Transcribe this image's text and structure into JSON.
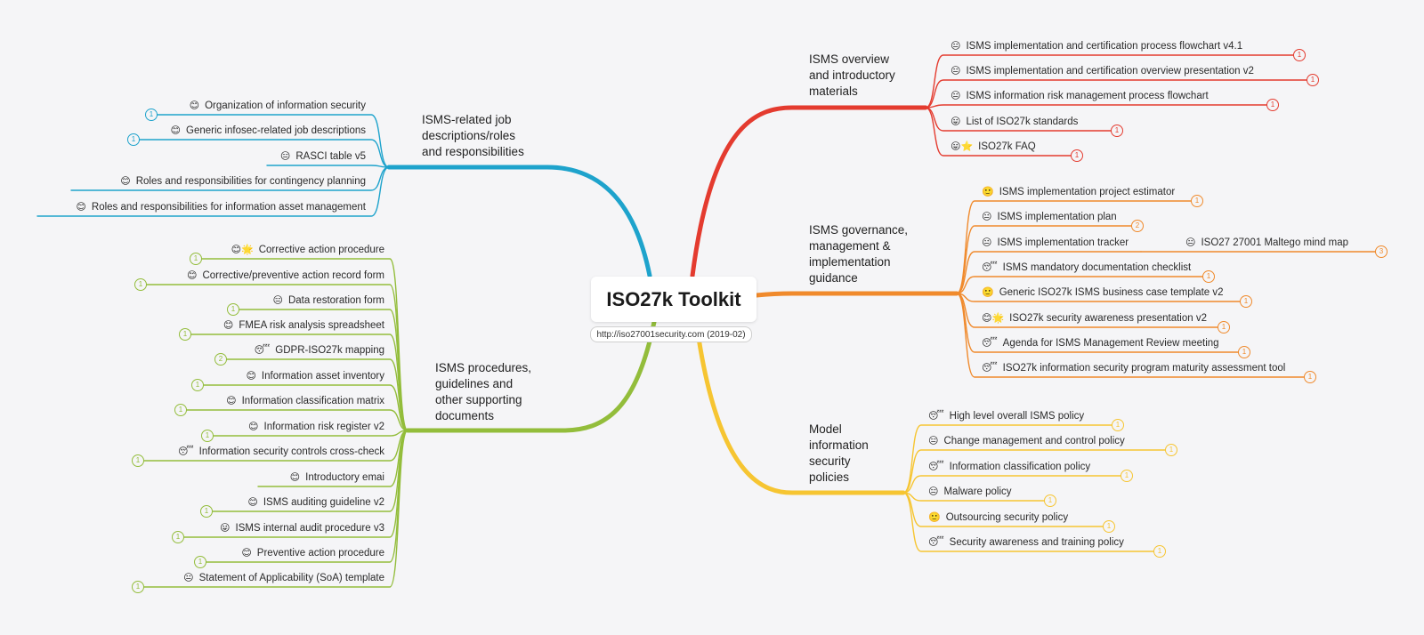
{
  "root": {
    "title": "ISO27k Toolkit",
    "subtitle": "http://iso27001security.com (2019-02)"
  },
  "branches": [
    {
      "label": "ISMS overview\nand introductory\nmaterials",
      "color": "#e43b2f",
      "items": [
        {
          "text": "ISMS implementation and certification process flowchart v4.1",
          "emoji": "😐",
          "badge": "1"
        },
        {
          "text": "ISMS implementation and certification overview presentation v2",
          "emoji": "😐",
          "badge": "1"
        },
        {
          "text": "ISMS information risk management process flowchart",
          "emoji": "😐",
          "badge": "1"
        },
        {
          "text": "List of ISO27k standards",
          "emoji": "😛",
          "badge": "1"
        },
        {
          "text": "ISO27k FAQ",
          "emoji": "😛⭐",
          "badge": "1"
        }
      ]
    },
    {
      "label": "ISMS governance,\nmanagement &\nimplementation\nguidance",
      "color": "#f08a2c",
      "items": [
        {
          "text": "ISMS implementation project estimator",
          "emoji": "🙂",
          "badge": "1"
        },
        {
          "text": "ISMS implementation plan",
          "emoji": "😐",
          "badge": "2"
        },
        {
          "text": "ISMS implementation tracker",
          "emoji": "😐",
          "badge": "",
          "child": {
            "text": "ISO27 27001 Maltego mind map",
            "emoji": "😐",
            "badge": "3"
          }
        },
        {
          "text": "ISMS mandatory documentation checklist",
          "emoji": "😴",
          "badge": "1"
        },
        {
          "text": "Generic ISO27k ISMS business case template v2",
          "emoji": "🙂",
          "badge": "1"
        },
        {
          "text": "ISO27k security awareness presentation v2",
          "emoji": "😊🌟",
          "badge": "1"
        },
        {
          "text": "Agenda for ISMS Management Review meeting",
          "emoji": "😴",
          "badge": "1"
        },
        {
          "text": "ISO27k information security program maturity assessment tool",
          "emoji": "😴",
          "badge": "1"
        }
      ]
    },
    {
      "label": "Model\ninformation\nsecurity\npolicies",
      "color": "#f6c532",
      "items": [
        {
          "text": "High level overall ISMS policy",
          "emoji": "😴",
          "badge": "1"
        },
        {
          "text": "Change management and control policy",
          "emoji": "😑",
          "badge": "1"
        },
        {
          "text": "Information classification policy",
          "emoji": "😴",
          "badge": "1"
        },
        {
          "text": "Malware policy",
          "emoji": "😑",
          "badge": "1"
        },
        {
          "text": "Outsourcing security policy",
          "emoji": "🙂",
          "badge": "1"
        },
        {
          "text": "Security awareness and training policy",
          "emoji": "😴",
          "badge": "1"
        }
      ]
    },
    {
      "label": "ISMS-related job\ndescriptions/roles\nand responsibilities",
      "color": "#1ea3cc",
      "items": [
        {
          "text": "Organization of information security",
          "emoji": "😊",
          "badge": "1"
        },
        {
          "text": "Generic infosec-related job descriptions",
          "emoji": "😊",
          "badge": "1"
        },
        {
          "text": "RASCI table v5",
          "emoji": "😑",
          "badge": ""
        },
        {
          "text": "Roles and responsibilities for contingency planning",
          "emoji": "😊",
          "badge": ""
        },
        {
          "text": "Roles and responsibilities for information asset management",
          "emoji": "😊",
          "badge": ""
        }
      ]
    },
    {
      "label": "ISMS procedures,\nguidelines and\nother supporting\ndocuments",
      "color": "#93bd3b",
      "items": [
        {
          "text": "Corrective action procedure",
          "emoji": "😊🌟",
          "badge": "1"
        },
        {
          "text": "Corrective/preventive action record form",
          "emoji": "😊",
          "badge": "1"
        },
        {
          "text": "Data restoration form",
          "emoji": "😑",
          "badge": "1"
        },
        {
          "text": "FMEA risk analysis spreadsheet",
          "emoji": "😊",
          "badge": "1"
        },
        {
          "text": "GDPR-ISO27k mapping",
          "emoji": "😴",
          "badge": "2"
        },
        {
          "text": "Information asset inventory",
          "emoji": "😊",
          "badge": "1"
        },
        {
          "text": "Information classification matrix",
          "emoji": "😊",
          "badge": "1"
        },
        {
          "text": "Information risk register v2",
          "emoji": "😊",
          "badge": "1"
        },
        {
          "text": "Information security controls cross-check",
          "emoji": "😴",
          "badge": "1"
        },
        {
          "text": "Introductory emai",
          "emoji": "😊",
          "badge": ""
        },
        {
          "text": "ISMS auditing guideline v2",
          "emoji": "😊",
          "badge": "1"
        },
        {
          "text": "ISMS internal audit procedure v3",
          "emoji": "😛",
          "badge": "1"
        },
        {
          "text": "Preventive action procedure",
          "emoji": "😊",
          "badge": "1"
        },
        {
          "text": "Statement of Applicability (SoA) template",
          "emoji": "😐",
          "badge": "1"
        }
      ]
    }
  ]
}
